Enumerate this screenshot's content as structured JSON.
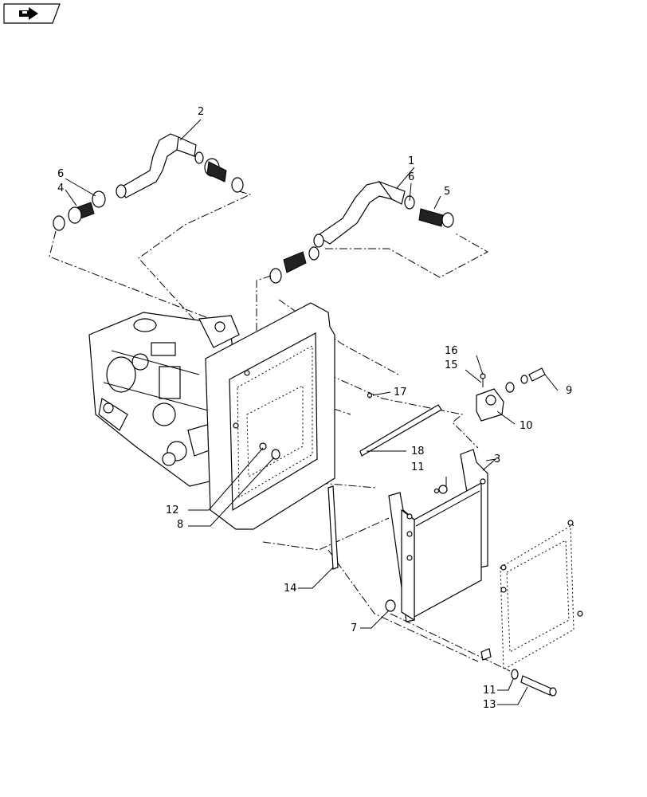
{
  "nav_icon": "arrow-right-icon",
  "callouts": {
    "c1": "1",
    "c2": "2",
    "c3": "3",
    "c4": "4",
    "c5": "5",
    "c6a": "6",
    "c6b": "6",
    "c7": "7",
    "c8": "8",
    "c9": "9",
    "c10": "10",
    "c11a": "11",
    "c11b": "11",
    "c12": "12",
    "c13": "13",
    "c14": "14",
    "c15": "15",
    "c16": "16",
    "c17": "17",
    "c18": "18"
  }
}
